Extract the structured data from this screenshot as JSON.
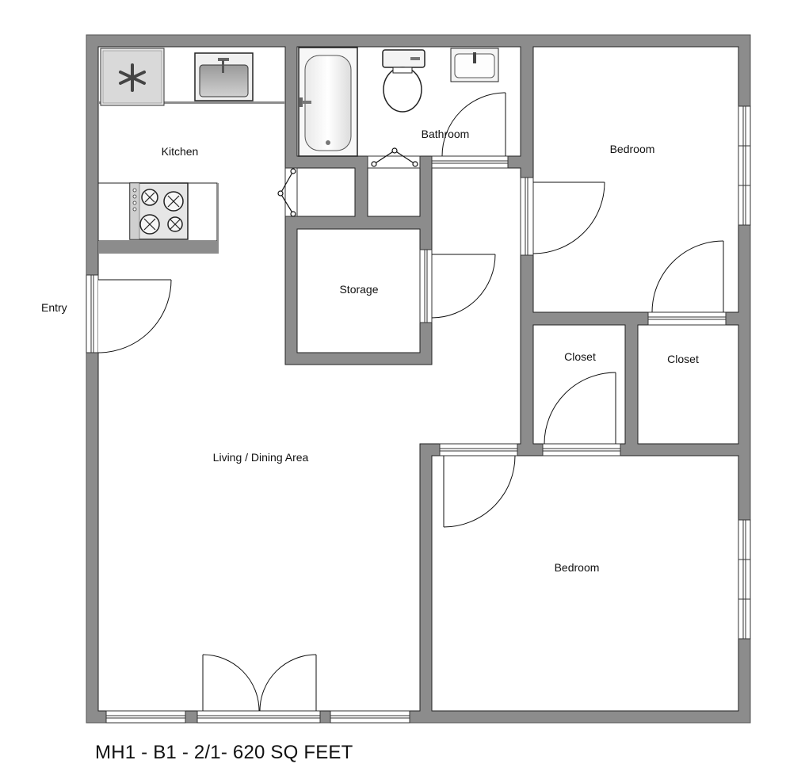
{
  "rooms": {
    "kitchen": "Kitchen",
    "bathroom": "Bathroom",
    "bedroom_top": "Bedroom",
    "storage": "Storage",
    "closet_left": "Closet",
    "closet_right": "Closet",
    "living": "Living / Dining Area",
    "bedroom_bottom": "Bedroom"
  },
  "entry_label": "Entry",
  "caption": "MH1 - B1 - 2/1- 620 SQ FEET",
  "colors": {
    "wall": "#8c8c8c",
    "line": "#222222",
    "floor": "#ffffff"
  }
}
